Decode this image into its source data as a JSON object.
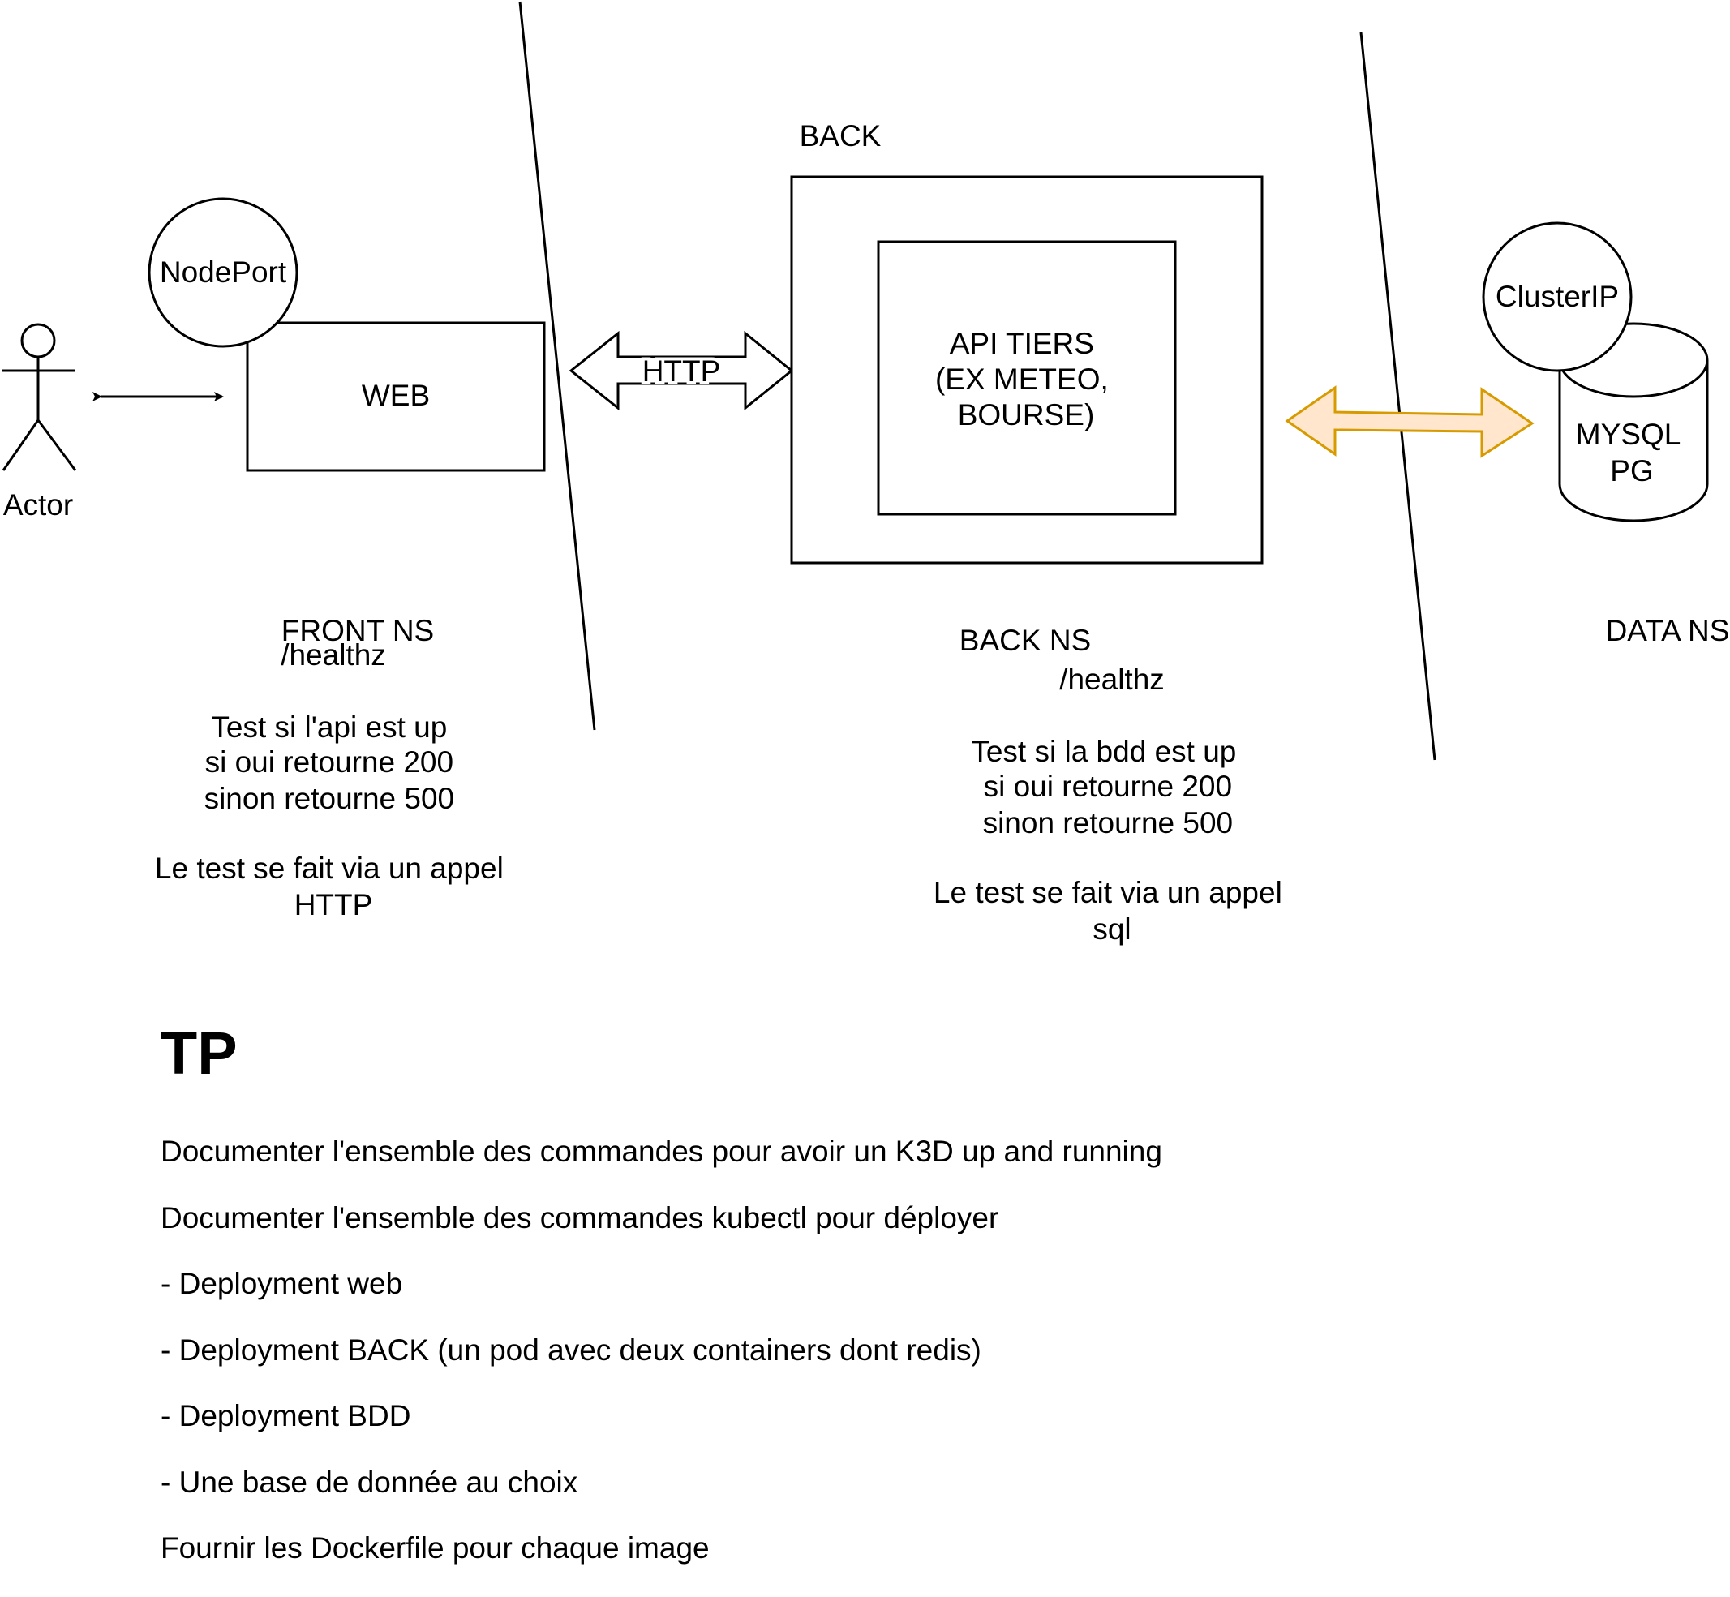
{
  "diagram": {
    "actor_label": "Actor",
    "nodeport_label": "NodePort",
    "web_label": "WEB",
    "http_label": "HTTP",
    "back_label": "BACK",
    "api_lines": [
      "API TIERS",
      "(EX METEO,",
      "BOURSE)"
    ],
    "clusterip_label": "ClusterIP",
    "db_lines": [
      "MYSQL",
      "PG"
    ],
    "front_ns": {
      "title": "FRONT NS",
      "path": "/healthz",
      "lines": [
        "Test si l'api est up",
        "si oui retourne 200",
        "sinon retourne 500",
        "Le test se fait via un appel",
        "HTTP"
      ]
    },
    "back_ns": {
      "title": "BACK NS",
      "path": "/healthz",
      "lines": [
        "Test si la bdd est up",
        "si oui retourne 200",
        "sinon retourne 500",
        "Le test se fait via un appel",
        "sql"
      ]
    },
    "data_ns": {
      "title": "DATA NS"
    },
    "colors": {
      "stroke": "#000000",
      "db_arrow_fill": "#ffe6cc",
      "db_arrow_stroke": "#d79b00"
    }
  },
  "tp": {
    "title": "TP",
    "items": [
      "Documenter l'ensemble des commandes pour avoir un K3D up and running",
      "Documenter l'ensemble des commandes kubectl pour déployer",
      "- Deployment web",
      "- Deployment BACK (un pod avec deux containers dont redis)",
      "- Deployment BDD",
      "- Une base de donnée au choix",
      "Fournir les Dockerfile pour chaque image"
    ]
  }
}
